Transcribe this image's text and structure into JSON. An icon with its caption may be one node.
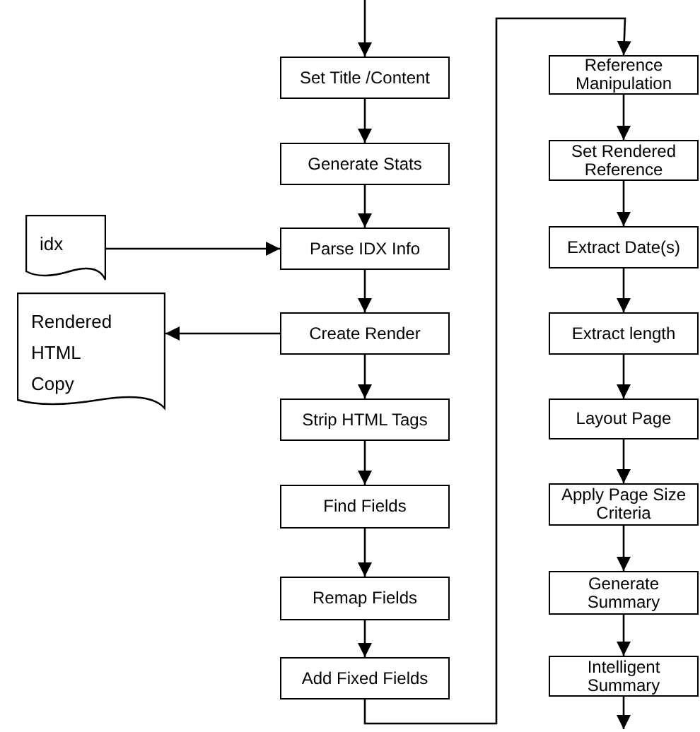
{
  "diagram": {
    "nodes": [
      {
        "text": [
          "Set Title /Content"
        ]
      },
      {
        "text": [
          "Generate Stats"
        ]
      },
      {
        "text": [
          "Parse IDX Info"
        ]
      },
      {
        "text": [
          "Create Render"
        ]
      },
      {
        "text": [
          "Strip HTML Tags"
        ]
      },
      {
        "text": [
          "Find Fields"
        ]
      },
      {
        "text": [
          "Remap Fields"
        ]
      },
      {
        "text": [
          "Add Fixed Fields"
        ]
      },
      {
        "text": [
          "Reference Manipulation"
        ]
      },
      {
        "text": [
          "Set Rendered Reference"
        ]
      },
      {
        "text": [
          "Extract Date(s)"
        ]
      },
      {
        "text": [
          "Extract length"
        ]
      },
      {
        "text": [
          "Layout Page"
        ]
      },
      {
        "text": [
          "Apply Page Size Criteria"
        ]
      },
      {
        "text": [
          "Generate Summary"
        ]
      },
      {
        "text": [
          "Intelligent Summary"
        ]
      },
      {
        "text": [
          "idx"
        ]
      },
      {
        "text": [
          "Rendered HTML Copy"
        ]
      }
    ],
    "edges": [
      {
        "from": null,
        "to": 0,
        "arrow": "to"
      },
      {
        "from": 0,
        "to": 1,
        "arrow": "to"
      },
      {
        "from": 1,
        "to": 2,
        "arrow": "to"
      },
      {
        "from": 2,
        "to": 3,
        "arrow": "to"
      },
      {
        "from": 3,
        "to": 4,
        "arrow": "to"
      },
      {
        "from": 4,
        "to": 5,
        "arrow": "to"
      },
      {
        "from": 5,
        "to": 6,
        "arrow": "to"
      },
      {
        "from": 6,
        "to": 7,
        "arrow": "to"
      },
      {
        "from": 7,
        "to": 8,
        "arrow": "to"
      },
      {
        "from": 8,
        "to": 9,
        "arrow": "to"
      },
      {
        "from": 9,
        "to": 10,
        "arrow": "to"
      },
      {
        "from": 10,
        "to": 11,
        "arrow": "to"
      },
      {
        "from": 11,
        "to": 12,
        "arrow": "to"
      },
      {
        "from": 12,
        "to": 13,
        "arrow": "to"
      },
      {
        "from": 13,
        "to": 14,
        "arrow": "to"
      },
      {
        "from": 14,
        "to": 15,
        "arrow": "to"
      },
      {
        "from": 15,
        "to": null,
        "arrow": "to"
      },
      {
        "from": 16,
        "to": 2,
        "arrow": "to"
      },
      {
        "from": 3,
        "to": 17,
        "arrow": "to"
      }
    ]
  }
}
